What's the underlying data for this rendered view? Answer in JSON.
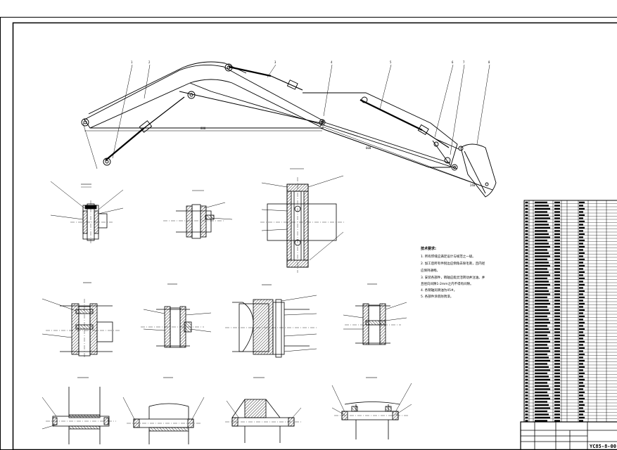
{
  "drawing": {
    "drawing_number": "YC85-8-00"
  },
  "notes": {
    "title": "技术要求:",
    "lines": [
      "1. 所有焊缝应满足设计与规范之一级。",
      "2. 加工后所有件锐边应倒角去除毛刺，且内径",
      "应保持通畅。",
      "3. 安装各部件，销轴应能灵活转动并注油。并",
      "且径向间隙1-2mm之内不得有间隙。",
      "4. 各销轴润滑油为45#。",
      "5. 各部件涂装防锈漆。"
    ]
  },
  "colors": {
    "line": "#000000",
    "paper": "#ffffff"
  }
}
